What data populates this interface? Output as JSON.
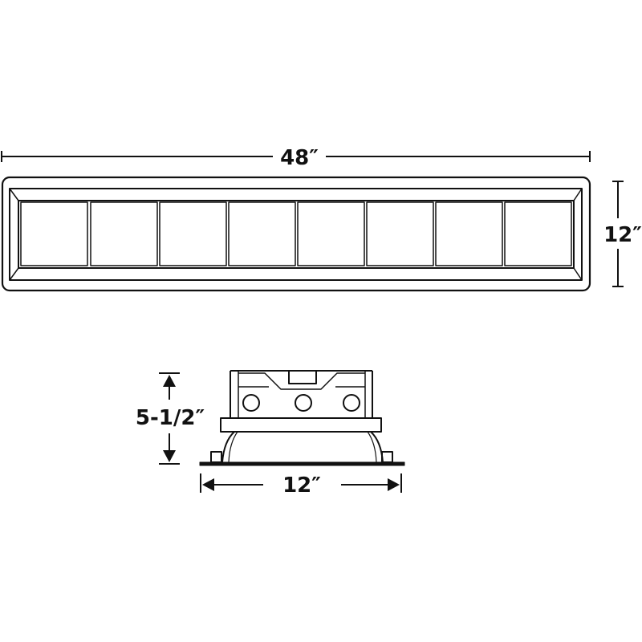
{
  "dimensions": {
    "top_width": "48″",
    "top_depth": "12″",
    "side_height": "5-1/2″",
    "side_width": "12″"
  },
  "colors": {
    "line": "#111111",
    "background": "#ffffff"
  }
}
